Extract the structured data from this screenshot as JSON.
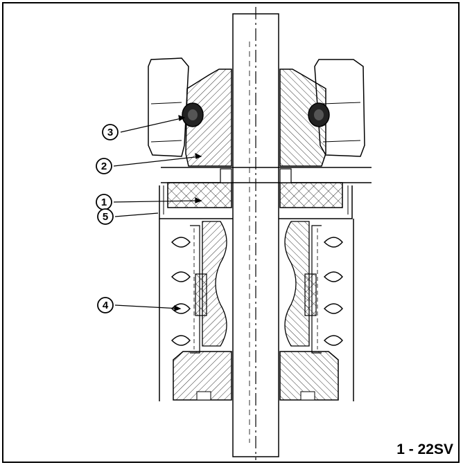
{
  "figure": {
    "id": "1 - 22SV",
    "callouts": [
      {
        "number": "1"
      },
      {
        "number": "2"
      },
      {
        "number": "3"
      },
      {
        "number": "4"
      },
      {
        "number": "5"
      }
    ]
  }
}
